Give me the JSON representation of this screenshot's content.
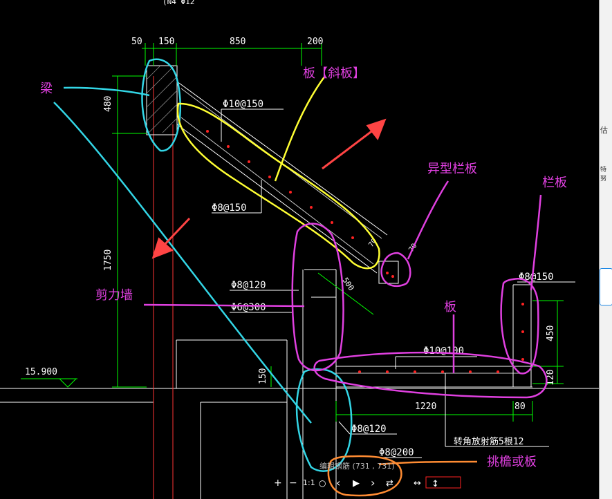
{
  "dimensions": {
    "top_50": "50",
    "top_150": "150",
    "top_850": "850",
    "top_200": "200",
    "left_480": "480",
    "left_1750": "1750",
    "dim_150_mid": "150",
    "dim_500": "500",
    "dim_70": "70",
    "dim_70_b": "70",
    "right_450": "450",
    "right_120": "120",
    "bottom_1220": "1220",
    "bottom_80": "80",
    "elev": "15.900",
    "top_cut": "(N4 Φ12"
  },
  "rebar_labels": {
    "phi10_150": "Φ10@150",
    "phi8_150": "Φ8@150",
    "phi8_120_a": "Φ8@120",
    "phi6_300": "Φ6@300",
    "phi8_150_b": "Φ8@150",
    "phi10_100": "Φ10@100",
    "phi8_120_b": "Φ8@120",
    "phi8_200": "Φ8@200",
    "corner_bars": "转角放射筋5根12"
  },
  "annotations": {
    "beam": "梁",
    "slab_inclined": "板【斜板】",
    "special_parapet": "异型栏板",
    "parapet": "栏板",
    "shear_wall": "剪力墙",
    "slab": "板",
    "eave": "挑檐或板"
  },
  "status": {
    "hint": "编辑钢筋 (731 , 731)"
  },
  "toolbar": {
    "zoom_in": "+",
    "zoom_out": "−",
    "ratio": "1:1",
    "rotate": "○",
    "prev": "‹",
    "play": "▶",
    "next": "›",
    "fit": "⇄",
    "hflip": "↔",
    "vflip": "↕"
  },
  "side_panel": {
    "frag_1": "估",
    "frag_2": "特努"
  },
  "colors": {
    "background": "#000000",
    "cad_white": "#ffffff",
    "cad_green": "#00ff00",
    "cad_red": "#ff0000",
    "annot_magenta": "#e040e0",
    "annot_yellow": "#ffff33",
    "annot_cyan": "#33d6e6",
    "annot_orange": "#ff8c33",
    "arrow_red": "#ff4444"
  }
}
